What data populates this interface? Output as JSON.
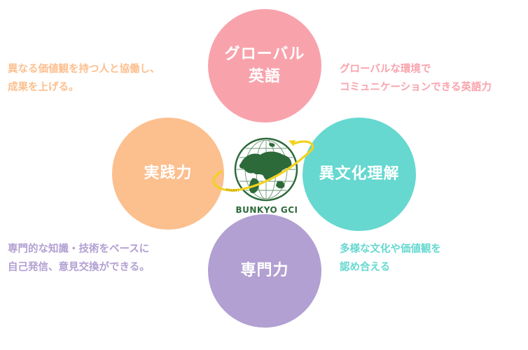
{
  "circles": {
    "top": {
      "line1": "グローバル",
      "line2": "英語"
    },
    "left": {
      "label": "実践力"
    },
    "right": {
      "label": "異文化理解"
    },
    "bottom": {
      "label": "専門力"
    }
  },
  "captions": {
    "top_left": [
      "異なる価値観を持つ人と協働し、",
      "成果を上げる。"
    ],
    "top_right": [
      "グローバルな環境で",
      "コミュニケーションできる英語力"
    ],
    "bottom_left": [
      "専門的な知識・技術をベースに",
      "自己発信、意見交換ができる。"
    ],
    "bottom_right": [
      "多様な文化や価値観を",
      "認め合える"
    ]
  },
  "logo": {
    "text": "BUNKYO GCI",
    "ring_text": "START!"
  },
  "colors": {
    "pink": "#f8a3ac",
    "orange": "#fcbf8e",
    "teal": "#66d8d0",
    "purple": "#b2a0d2",
    "logo_green": "#2d6a3a",
    "ring_yellow": "#f3d21f"
  }
}
